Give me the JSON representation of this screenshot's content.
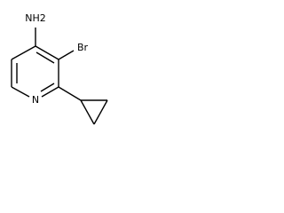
{
  "molecule": {
    "atoms": {
      "amine": "NH2",
      "bromine": "Br",
      "ring_nitrogen": "N"
    },
    "substituents": [
      "amine",
      "bromo",
      "cyclopropyl"
    ]
  }
}
